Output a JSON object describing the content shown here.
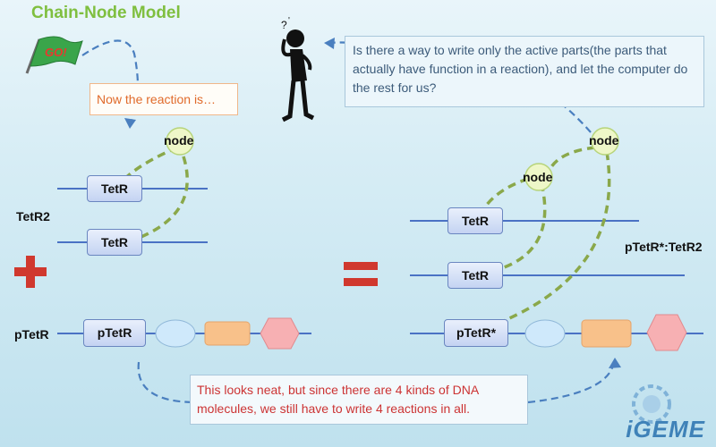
{
  "title": "Chain-Node Model",
  "go_flag_text": "GO!",
  "callout_orange": "Now the reaction is…",
  "callout_question": "Is there a way to write only the active parts(the parts that actually have function in a reaction), and let the computer do the rest for us?",
  "callout_bottom": "This looks neat, but since there are 4 kinds of DNA molecules, we still have to write 4 reactions in all.",
  "left": {
    "node_label": "node",
    "part_top": "TetR",
    "part_bottom": "TetR",
    "complex_label": "TetR2",
    "promoter_label": "pTetR",
    "promoter_part": "pTetR"
  },
  "right": {
    "node_top_label": "node",
    "node_mid_label": "node",
    "part_top": "TetR",
    "part_bottom": "TetR",
    "complex_label": "pTetR*:TetR2",
    "promoter_part": "pTetR*"
  },
  "logo_text": "iGEME",
  "colors": {
    "title": "#7fbf3f",
    "plus": "#d0382e",
    "equals": "#d0382e",
    "dna_line": "#4a72c4",
    "chain": "#8aa84a",
    "node_fill": "#eef7c8",
    "arrow": "#4a7fbf",
    "ellipse": "#cfe9fb",
    "rect_orange": "#f8c18a",
    "hexagon": "#f7b0b3"
  }
}
